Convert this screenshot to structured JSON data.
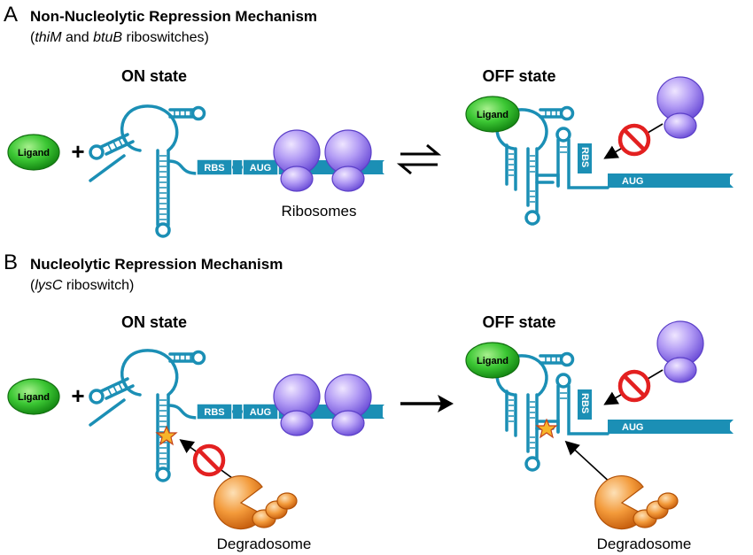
{
  "panels": {
    "a": {
      "letter": "A",
      "title": "Non-Nucleolytic Repression Mechanism",
      "subtitle": {
        "gene1": "thiM",
        "and": " and ",
        "gene2": "btuB",
        "rest": " riboswitches)"
      },
      "on_state": "ON state",
      "off_state": "OFF state",
      "ribosomes_label": "Ribosomes"
    },
    "b": {
      "letter": "B",
      "title": "Nucleolytic Repression Mechanism",
      "subtitle": {
        "gene1": "lysC",
        "rest": " riboswitch)"
      },
      "on_state": "ON state",
      "off_state": "OFF state",
      "degradosome_left": "Degradosome",
      "degradosome_right": "Degradosome"
    }
  },
  "labels": {
    "ligand": "Ligand",
    "plus": "+",
    "rbs": "RBS",
    "aug": "AUG",
    "open_paren": "("
  },
  "colors": {
    "rna": "#1b8fb5",
    "ligand": "#2fbd2a",
    "ribosome": "#a78cf0",
    "degradosome": "#f08a2a",
    "block": "#e32020",
    "cleavage_star": "#f7b52a"
  }
}
